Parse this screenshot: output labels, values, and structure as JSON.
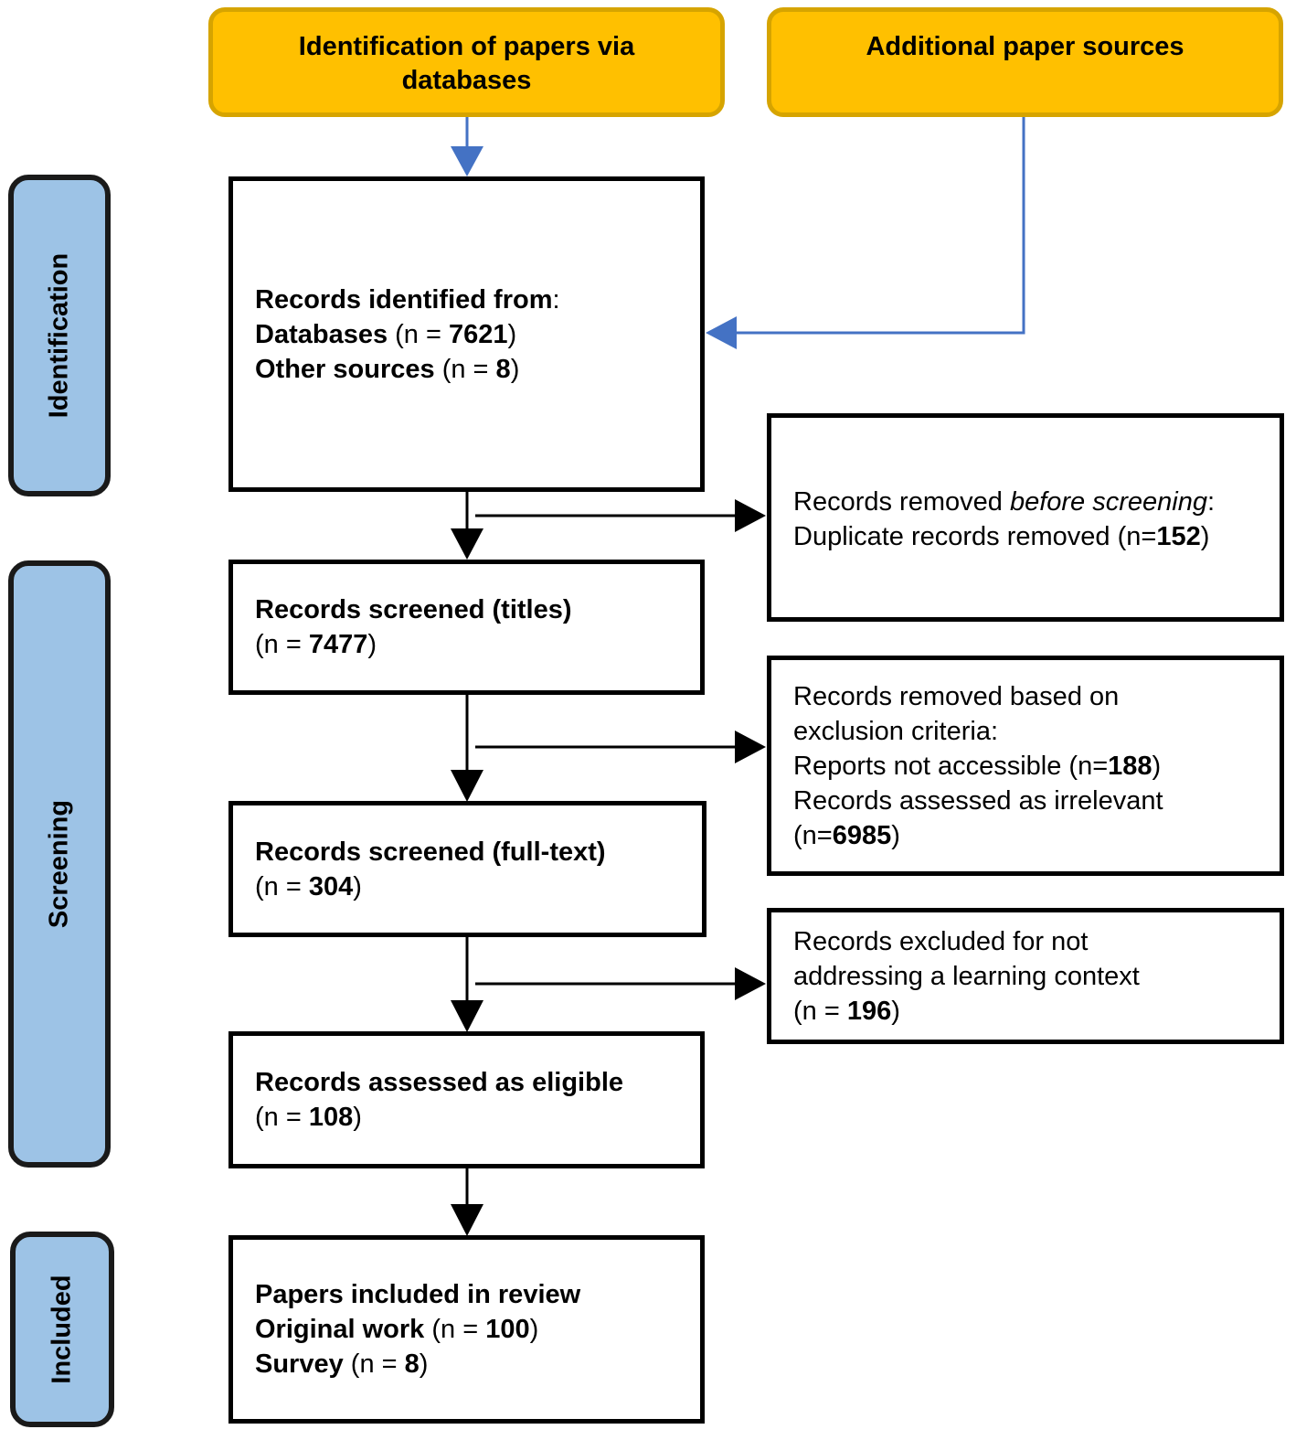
{
  "sources": {
    "databases": "Identification of papers via databases",
    "additional": "Additional paper sources"
  },
  "phases": {
    "identification": "Identification",
    "screening": "Screening",
    "included": "Included"
  },
  "identified": {
    "heading": "Records identified from",
    "colon": ":",
    "db_label": "Databases",
    "db_pre": " (n = ",
    "db_n": "7621",
    "db_post": ")",
    "other_label": "Other sources",
    "other_pre": " (n = ",
    "other_n": "8",
    "other_post": ")"
  },
  "removed_before": {
    "line1_a": "Records removed ",
    "line1_em": "before screening",
    "line1_b": ":",
    "line2_a": "Duplicate records removed  (n=",
    "line2_n": "152",
    "line2_b": ")"
  },
  "screened_titles": {
    "heading": "Records screened (titles)",
    "pre": "(n = ",
    "n": "7477",
    "post": ")"
  },
  "removed_exclusion": {
    "line1": "Records removed based on",
    "line2": "exclusion criteria:",
    "line3_a": "Reports not accessible (n=",
    "line3_n": "188",
    "line3_b": ")",
    "line4": "Records assessed as irrelevant",
    "line5_a": "(n=",
    "line5_n": "6985",
    "line5_b": ")"
  },
  "screened_fulltext": {
    "heading": "Records screened (full-text)",
    "pre": "(n = ",
    "n": "304",
    "post": ")"
  },
  "excluded_context": {
    "line1": "Records excluded for not",
    "line2": "addressing a learning context",
    "line3_a": "(n = ",
    "line3_n": "196",
    "line3_b": ")"
  },
  "eligible": {
    "heading": "Records assessed as eligible",
    "pre": "(n = ",
    "n": "108",
    "post": ")"
  },
  "included": {
    "heading": "Papers included in review",
    "orig_label": "Original work",
    "orig_pre": " (n = ",
    "orig_n": "100",
    "orig_post": ")",
    "survey_label": "Survey",
    "survey_pre": " (n = ",
    "survey_n": "8",
    "survey_post": ")"
  }
}
